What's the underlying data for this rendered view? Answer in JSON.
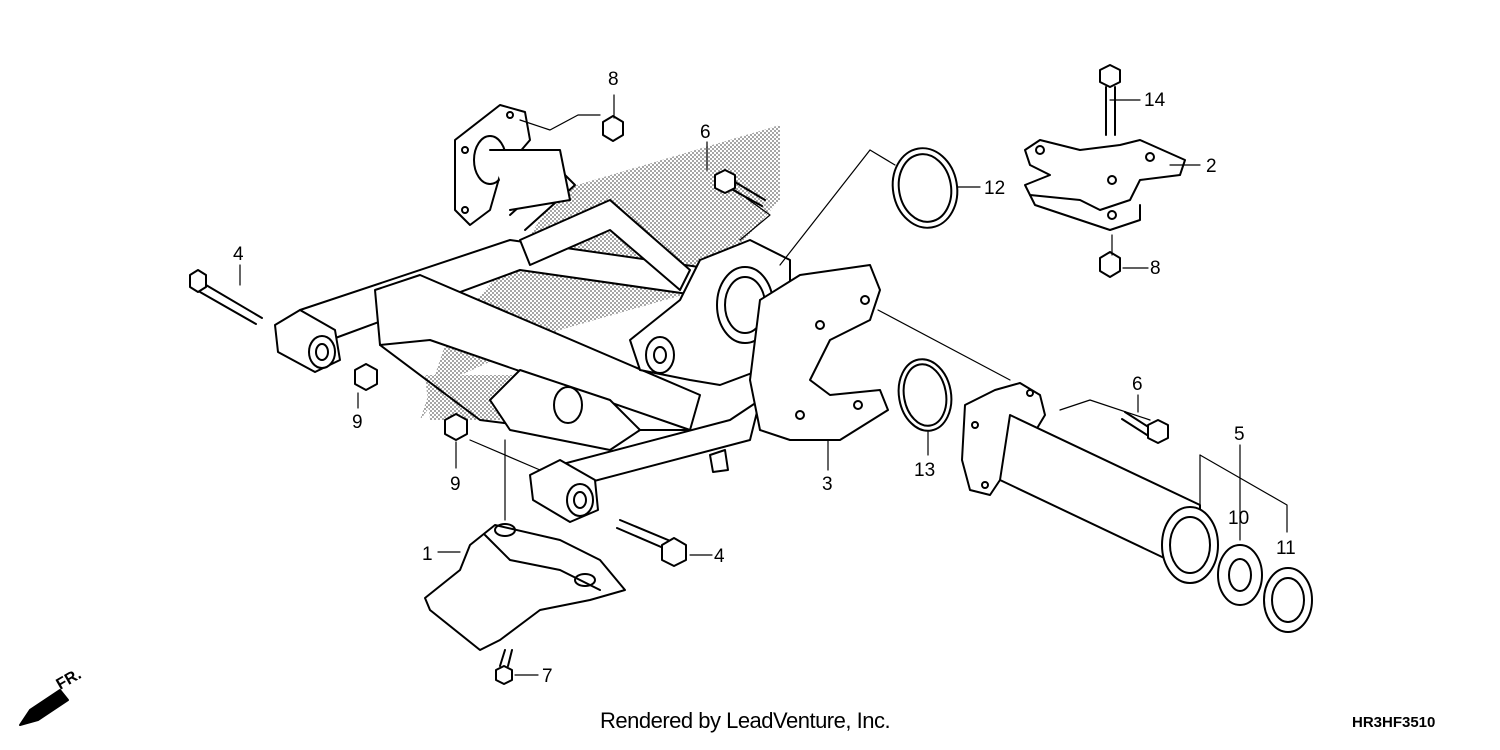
{
  "diagram": {
    "part_labels": {
      "p1": "1",
      "p2": "2",
      "p3": "3",
      "p4a": "4",
      "p4b": "4",
      "p5": "5",
      "p6a": "6",
      "p6b": "6",
      "p7": "7",
      "p8a": "8",
      "p8b": "8",
      "p9a": "9",
      "p9b": "9",
      "p10": "10",
      "p11": "11",
      "p12": "12",
      "p13": "13",
      "p14": "14"
    },
    "direction_label": "FR.",
    "credit": "Rendered by LeadVenture, Inc.",
    "diagram_code": "HR3HF3510"
  }
}
